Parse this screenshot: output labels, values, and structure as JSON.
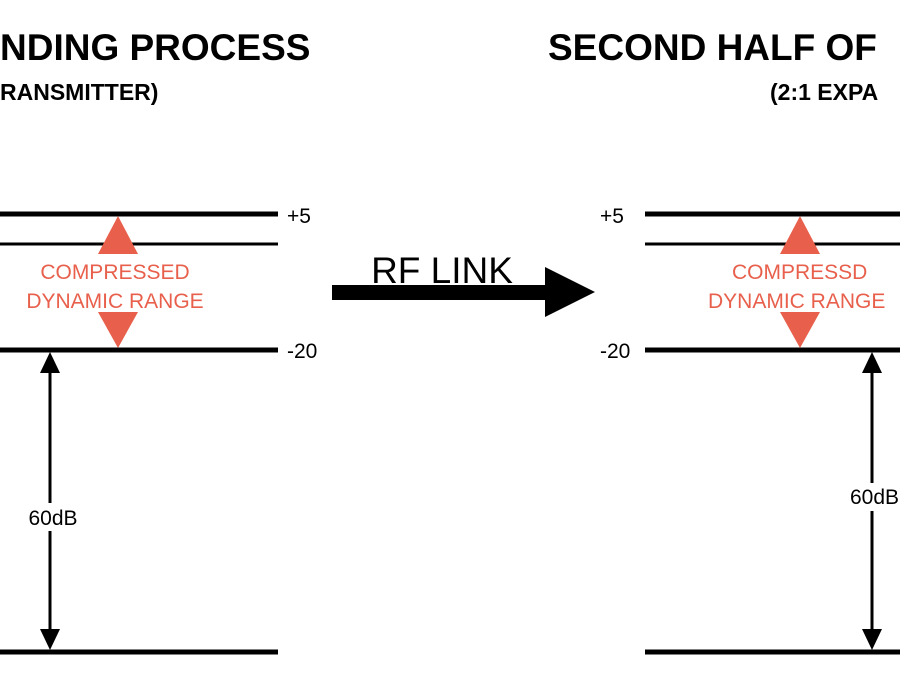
{
  "colors": {
    "ink": "#000000",
    "accent": "#e8604c",
    "background": "#ffffff"
  },
  "left_panel": {
    "title": "NDING PROCESS",
    "subtitle": "RANSMITTER)",
    "level_top": "+5",
    "level_mid": "-20",
    "range_line1": "COMPRESSED",
    "range_line2": "DYNAMIC RANGE",
    "span_label": "60dB"
  },
  "link": {
    "label": "RF LINK"
  },
  "right_panel": {
    "title": "SECOND HALF OF",
    "subtitle": "(2:1 EXPA",
    "level_top": "+5",
    "level_mid": "-20",
    "range_line1": "COMPRESSD",
    "range_line2": "DYNAMIC RANGE",
    "span_label": "60dB"
  }
}
